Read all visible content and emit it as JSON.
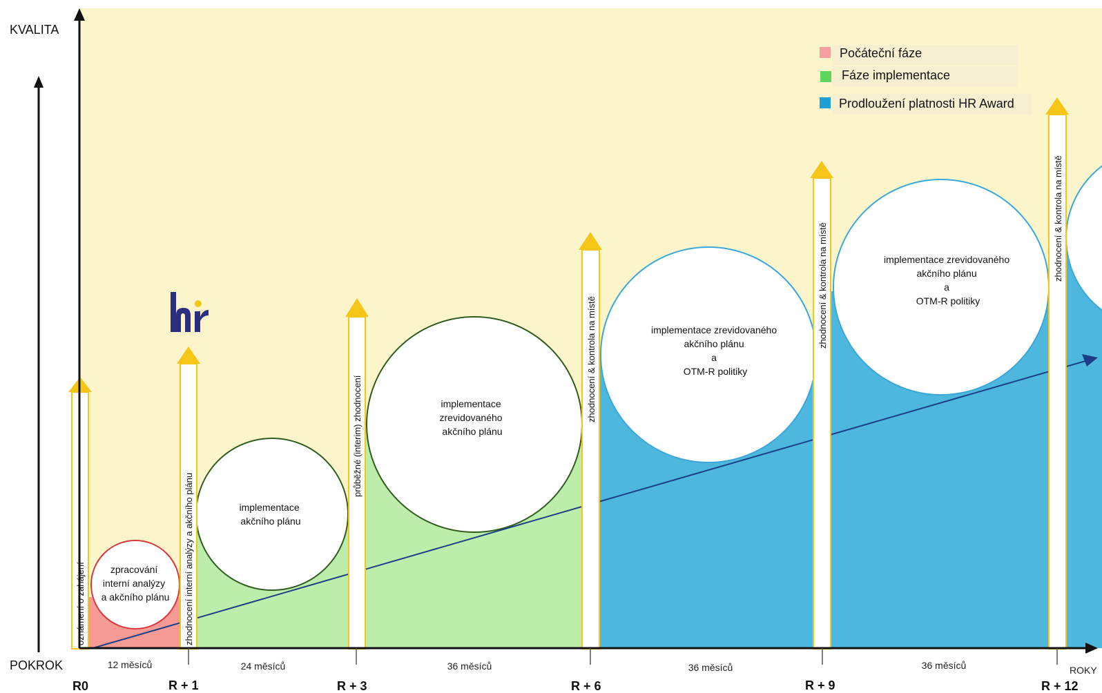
{
  "axes": {
    "y_label": "KVALITA",
    "origin_label": "POKROK",
    "x_label": "ROKY"
  },
  "legend": [
    {
      "label": "Počáteční fáze",
      "color": "#f6a0a0"
    },
    {
      "label": "Fáze implementace",
      "color": "#5ed65e"
    },
    {
      "label": "Prodloužení platnosti HR Award",
      "color": "#1f9fd6"
    }
  ],
  "milestones": [
    "R0",
    "R + 1",
    "R + 3",
    "R + 6",
    "R + 9",
    "R + 12"
  ],
  "durations": [
    "12 měsíců",
    "24 měsíců",
    "36 měsíců",
    "36 měsíců",
    "36 měsíců"
  ],
  "pillars": [
    "oznámení o zahájení",
    "zhodnocení interní analýzy a akčního plánu",
    "průběžné (interim) zhodnocení",
    "zhodnocení & kontrola na místě",
    "zhodnocení & kontrola na místě",
    "zhodnocení & kontrola na místě"
  ],
  "circles": [
    [
      "zpracování",
      "interní analýzy",
      "a akčního plánu"
    ],
    [
      "implementace",
      "akčního plánu"
    ],
    [
      "implementace",
      "zrevidovaného",
      "akčního plánu"
    ],
    [
      "implementace zrevidovaného",
      "akčního plánu",
      "a",
      "OTM-R politiky"
    ],
    [
      "implementace zrevidovaného",
      "akčního plánu",
      "a",
      "OTM-R politiky"
    ]
  ],
  "logo": "hr",
  "colors": {
    "background": "#fcf5cb",
    "initial_fill": "#f59a95",
    "implementation_fill": "#bdedab",
    "renewal_fill": "#4eb7de",
    "trend_line": "#1b3e86",
    "pillar_arrow": "#f5c518",
    "circle_red": "#d8363b",
    "circle_green": "#2f5c1e",
    "circle_blue": "#3aa7d8"
  }
}
